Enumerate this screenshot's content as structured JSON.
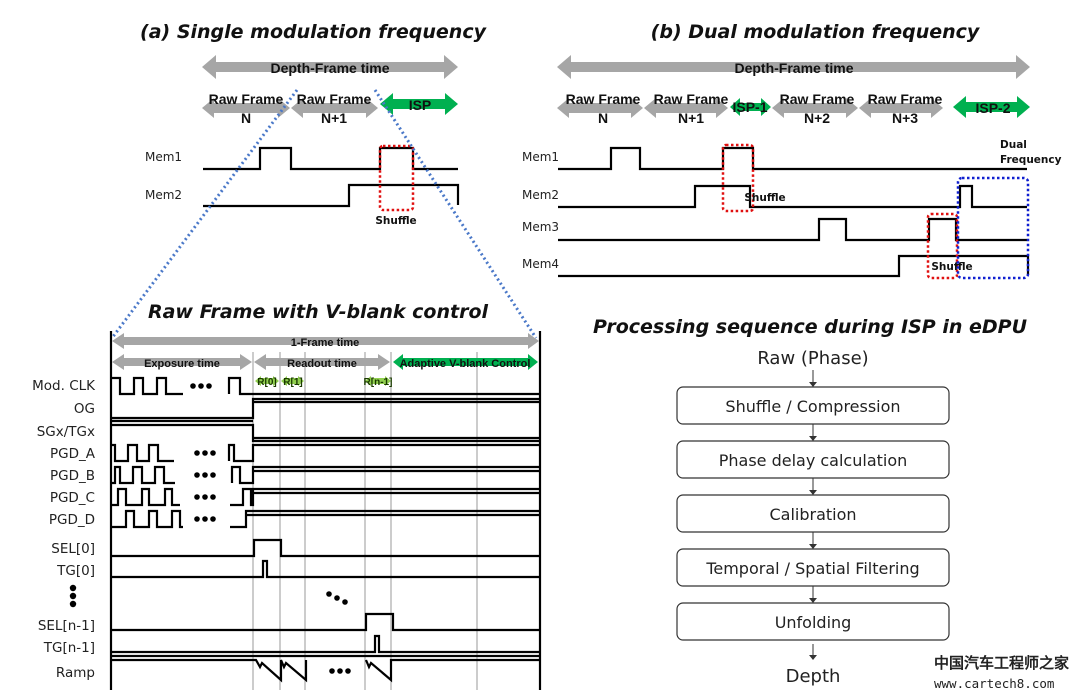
{
  "colors": {
    "gray_arrow": "#a6a6a6",
    "green_arrow": "#00b050",
    "light_green_arrow": "#92d050",
    "zoom_guide": "#4a78c8",
    "shuffle_box": "#e01010",
    "dual_frequency_box": "#1020d0"
  },
  "panel_a": {
    "title": "(a) Single modulation frequency",
    "depth_frame_label": "Depth-Frame time",
    "segments": [
      {
        "line1": "Raw Frame",
        "line2": "N",
        "color": "gray"
      },
      {
        "line1": "Raw Frame",
        "line2": "N+1",
        "color": "gray"
      },
      {
        "line1": "ISP",
        "line2": "",
        "color": "green"
      }
    ],
    "memories": [
      "Mem1",
      "Mem2"
    ],
    "shuffle_label": "Shuffle"
  },
  "panel_b": {
    "title": "(b) Dual modulation frequency",
    "depth_frame_label": "Depth-Frame time",
    "segments": [
      {
        "line1": "Raw Frame",
        "line2": "N",
        "color": "gray"
      },
      {
        "line1": "Raw Frame",
        "line2": "N+1",
        "color": "gray"
      },
      {
        "line1": "ISP-1",
        "line2": "",
        "color": "green"
      },
      {
        "line1": "Raw Frame",
        "line2": "N+2",
        "color": "gray"
      },
      {
        "line1": "Raw Frame",
        "line2": "N+3",
        "color": "gray"
      },
      {
        "line1": "ISP-2",
        "line2": "",
        "color": "green"
      }
    ],
    "memories": [
      "Mem1",
      "Mem2",
      "Mem3",
      "Mem4"
    ],
    "shuffle_label_1": "Shuffle",
    "shuffle_label_2": "Shuffle",
    "dual_label_1": "Dual",
    "dual_label_2": "Frequency"
  },
  "raw_frame": {
    "title": "Raw Frame with V-blank control",
    "frame_time_label": "1-Frame time",
    "exposure_label": "Exposure time",
    "readout_label": "Readout time",
    "vblank_label": "Adaptive V-blank Control",
    "row_labels": [
      "R[0]",
      "R[1]",
      "R[n-1]"
    ],
    "signals": [
      "Mod. CLK",
      "OG",
      "SGx/TGx",
      "PGD_A",
      "PGD_B",
      "PGD_C",
      "PGD_D",
      "SEL[0]",
      "TG[0]",
      "SEL[n-1]",
      "TG[n-1]",
      "Ramp"
    ]
  },
  "isp_flow": {
    "title": "Processing sequence during ISP in eDPU",
    "input": "Raw (Phase)",
    "steps": [
      "Shuffle / Compression",
      "Phase delay calculation",
      "Calibration",
      "Temporal / Spatial Filtering",
      "Unfolding"
    ],
    "output": "Depth"
  },
  "watermark": {
    "name": "中国汽车工程师之家",
    "url": "www.cartech8.com"
  }
}
